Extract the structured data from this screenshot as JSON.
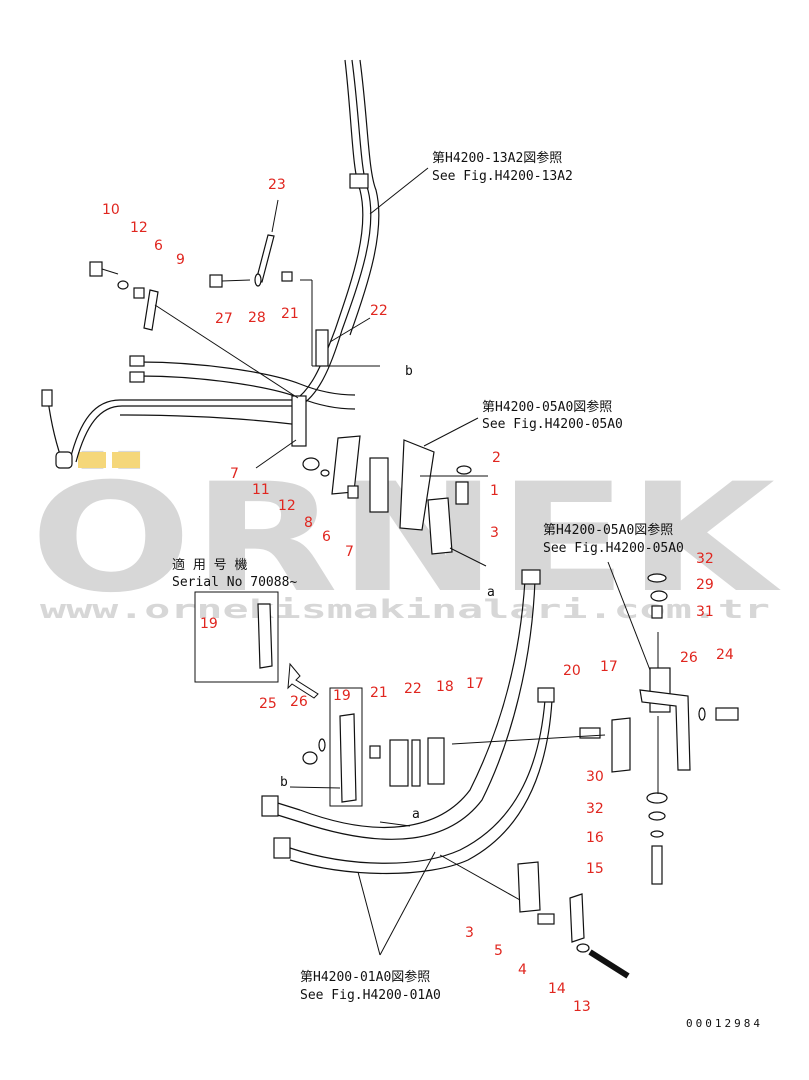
{
  "watermark": {
    "brand": "ÖRNEK",
    "url": "www.ornekismakinalari.com.tr"
  },
  "refs": {
    "ref_13A2_jp": "第H4200-13A2図参照",
    "ref_13A2_en": "See Fig.H4200-13A2",
    "ref_05A0_jp_a": "第H4200-05A0図参照",
    "ref_05A0_en_a": "See Fig.H4200-05A0",
    "ref_05A0_jp_b": "第H4200-05A0図参照",
    "ref_05A0_en_b": "See Fig.H4200-05A0",
    "ref_01A0_jp": "第H4200-01A0図参照",
    "ref_01A0_en": "See Fig.H4200-01A0",
    "serial_jp": "適 用 号 機",
    "serial_en": "Serial No 70088~",
    "drawing_no": "00012984"
  },
  "letters": {
    "a": "a",
    "b": "b"
  },
  "part_numbers": {
    "p10": "10",
    "p12a": "12",
    "p6a": "6",
    "p9": "9",
    "p23": "23",
    "p27": "27",
    "p28": "28",
    "p21a": "21",
    "p22a": "22",
    "p7a": "7",
    "p11": "11",
    "p12b": "12",
    "p8": "8",
    "p6b": "6",
    "p7b": "7",
    "p2": "2",
    "p1": "1",
    "p3a": "3",
    "p32a": "32",
    "p29": "29",
    "p31": "31",
    "p19a": "19",
    "p19b": "19",
    "p25": "25",
    "p26a": "26",
    "p21b": "21",
    "p22b": "22",
    "p18": "18",
    "p17a": "17",
    "p20": "20",
    "p17b": "17",
    "p26b": "26",
    "p24": "24",
    "p30": "30",
    "p32b": "32",
    "p16": "16",
    "p15": "15",
    "p3b": "3",
    "p5": "5",
    "p4": "4",
    "p14": "14",
    "p13": "13"
  }
}
